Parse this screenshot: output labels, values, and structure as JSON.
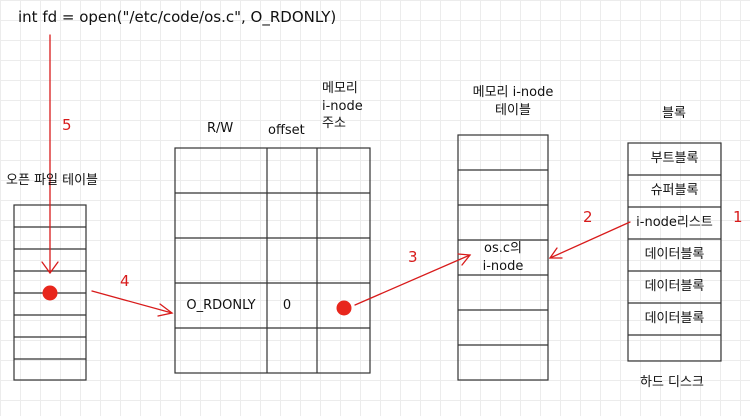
{
  "code": "int fd = open(\"/etc/code/os.c\", O_RDONLY)",
  "open_file_table": {
    "label": "오픈 파일 테이블"
  },
  "file_table": {
    "col_rw": "R/W",
    "col_offset": "offset",
    "col_inode_addr": [
      "메모리",
      "i-node",
      "주소"
    ],
    "flag_value": "O_RDONLY",
    "offset_value": "0"
  },
  "inode_table": {
    "label": [
      "메모리 i-node",
      "테이블"
    ],
    "entry": [
      "os.c의",
      "i-node"
    ]
  },
  "disk": {
    "header": "블록",
    "blocks": [
      "부트블록",
      "슈퍼블록",
      "i-node리스트",
      "데이터블록",
      "데이터블록",
      "데이터블록"
    ],
    "footer": "하드 디스크"
  },
  "steps": [
    "1",
    "2",
    "3",
    "4",
    "5"
  ],
  "colors": {
    "line": "#333333",
    "arrow": "#d81b1b",
    "dot": "#e8261c"
  }
}
